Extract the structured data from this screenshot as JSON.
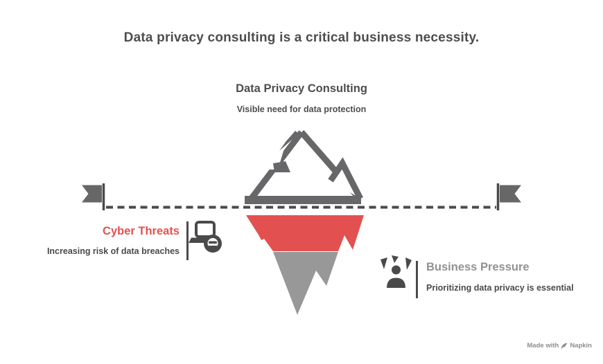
{
  "title": "Data privacy consulting is a critical business necessity.",
  "diagram": {
    "heading": "Data Privacy Consulting",
    "subheading": "Visible need for data protection",
    "surface": {
      "icon": "mountain-icon",
      "waterline_style": "dashed",
      "flag_icons": [
        "flag-left-icon",
        "flag-right-icon"
      ]
    },
    "left_callout": {
      "title": "Cyber Threats",
      "description": "Increasing risk of data breaches",
      "icon": "laptop-security-lock-icon",
      "accent_color": "#e2514f"
    },
    "right_callout": {
      "title": "Business Pressure",
      "description": "Prioritizing data privacy is essential",
      "icon": "person-pressure-icon",
      "accent_color": "#919191"
    },
    "colors": {
      "mountain_gray": "#67676a",
      "iceberg_red": "#e2514f",
      "iceberg_gray": "#989898",
      "waterline": "#4a4a4a",
      "text_dark": "#4d4d4d"
    }
  },
  "footer": {
    "credit_prefix": "Made with",
    "brand": "Napkin",
    "icon": "napkin-pen-icon"
  }
}
